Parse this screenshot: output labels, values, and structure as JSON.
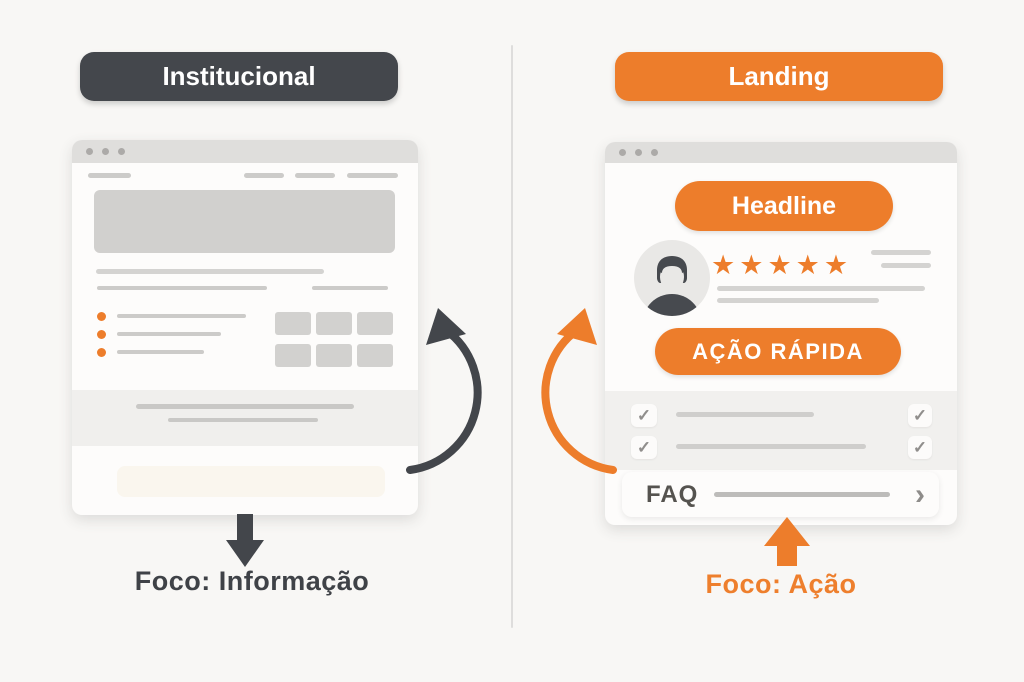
{
  "left_panel": {
    "badge_label": "Institucional",
    "focus_label": "Foco: Informação",
    "window": {
      "bullet_count": 3,
      "grid_cell_count": 6
    }
  },
  "right_panel": {
    "badge_label": "Landing",
    "headline_label": "Headline",
    "cta_label": "AÇÃO RÁPIDA",
    "rating_stars": 5,
    "faq_label": "FAQ",
    "focus_label": "Foco: Ação"
  },
  "icons": {
    "star": "★",
    "check": "✓",
    "chevron_right": "›"
  },
  "colors": {
    "orange": "#ED7D2B",
    "dark_gray": "#43464B",
    "background": "#F8F7F5",
    "window": "#FDFCFB",
    "titlebar": "#DFDEDC",
    "placeholder": "#CCCBC9",
    "band": "#F0EFED",
    "cream": "#FAF6EE"
  }
}
